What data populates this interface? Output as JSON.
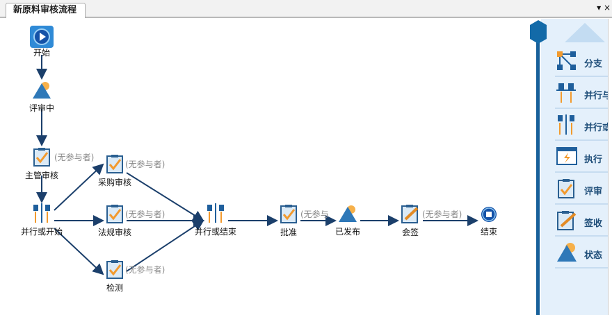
{
  "tab": {
    "title": "新原料审核流程",
    "dropdown": "▾",
    "close": "×"
  },
  "nodes": {
    "start": "开始",
    "reviewing": "评审中",
    "manager": "主管审核",
    "par_start": "并行或开始",
    "purchase": "采购审核",
    "regulation": "法规审核",
    "test": "检测",
    "par_end": "并行或结束",
    "approve": "批准",
    "published": "已发布",
    "countersign": "会签",
    "end": "结束"
  },
  "annotations": {
    "manager": "(无参与者)",
    "purchase": "(无参与者)",
    "regulation": "(无参与者)",
    "test": "(无参与者)",
    "approve": "(无参与",
    "countersign": "(无参与者)"
  },
  "palette": [
    "分支",
    "并行与",
    "并行或",
    "执行",
    "评审",
    "签收",
    "状态"
  ]
}
